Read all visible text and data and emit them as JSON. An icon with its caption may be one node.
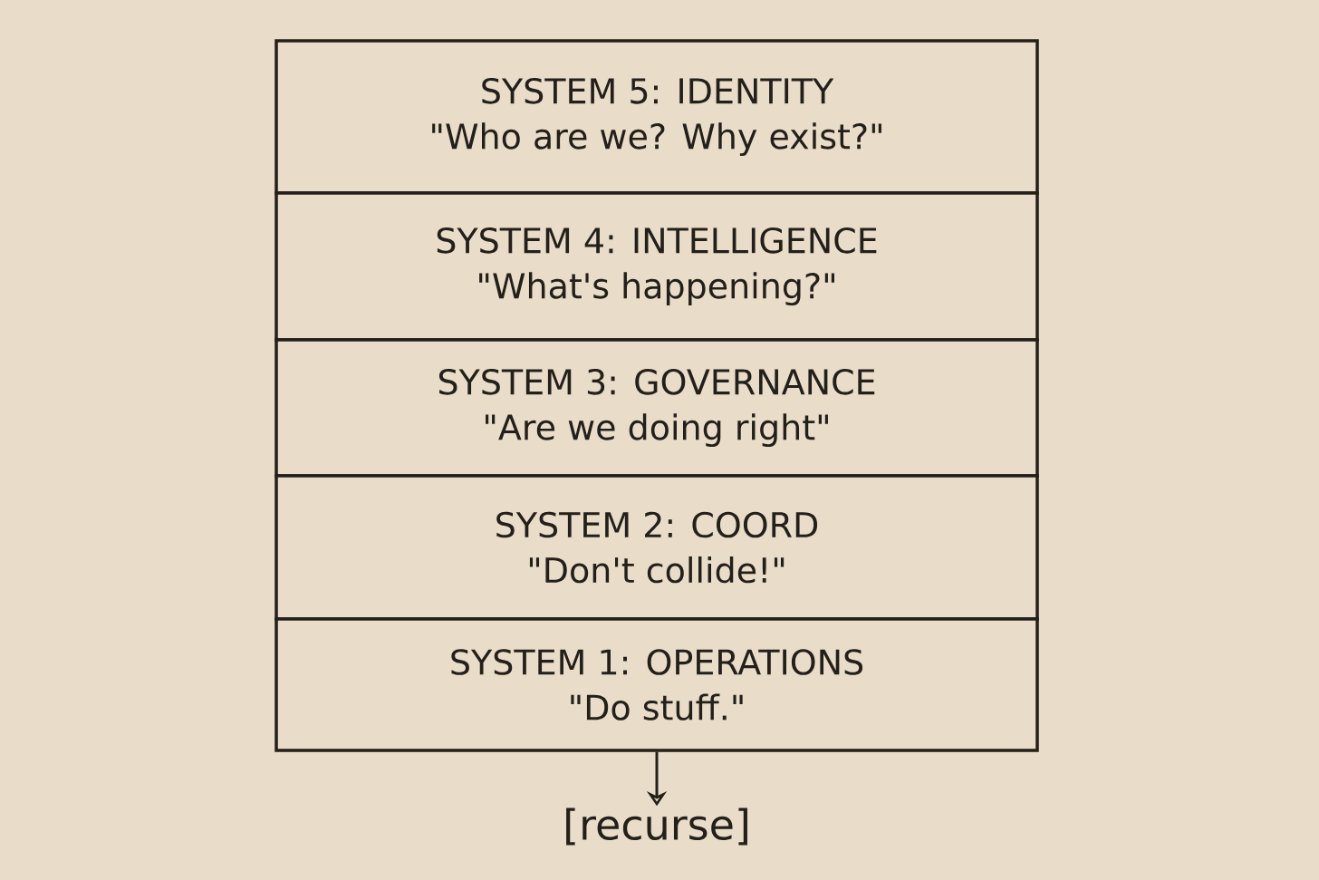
{
  "diagram": {
    "nodes": [
      {
        "text": [
          "SYSTEM 5: IDENTITY",
          "\"Who are we? Why exist?\""
        ]
      },
      {
        "text": [
          "SYSTEM 4: INTELLIGENCE",
          "\"What's happening?\""
        ]
      },
      {
        "text": [
          "SYSTEM 3: GOVERNANCE",
          "\"Are we doing right\""
        ]
      },
      {
        "text": [
          "SYSTEM 2: COORD",
          "\"Don't collide!\""
        ]
      },
      {
        "text": [
          "SYSTEM 1: OPERATIONS",
          "\"Do stuff.\""
        ]
      },
      {
        "text": [
          "[recurse]"
        ]
      }
    ],
    "edges": [
      {
        "from": 4,
        "to": 5,
        "arrow": "to"
      }
    ]
  }
}
